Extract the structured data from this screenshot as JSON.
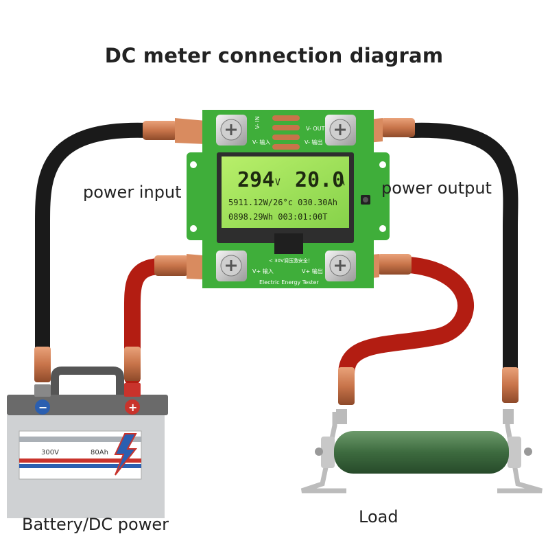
{
  "title": "DC meter connection diagram",
  "labels": {
    "power_input": "power input",
    "power_output": "power output",
    "battery": "Battery/DC power",
    "load": "Load"
  },
  "meter": {
    "voltage": "294",
    "voltage_unit": "V",
    "current": "20.0",
    "current_unit": "A",
    "line1": "5911.12W/26°c 030.30Ah",
    "line2": "0898.29Wh  003:01:00T",
    "pcb_label": "Electric Energy Tester",
    "pin_top_left": "V- IN",
    "pin_top_left_cn": "V- 输入",
    "pin_top_right": "V- OUT",
    "pin_top_right_cn": "V- 输出",
    "pin_bottom_left": "V+ 输入",
    "pin_bottom_right": "V+ 输出",
    "warning": "< 30V调压激安全！"
  },
  "battery": {
    "voltage_label": "300V",
    "capacity_label": "80Ah",
    "negative_symbol": "−",
    "positive_symbol": "+"
  },
  "colors": {
    "pcb": "#3fae3a",
    "lcd": "#9ee05a",
    "wire_black": "#1a1a1a",
    "wire_red": "#b31d12",
    "copper": "#c8744a",
    "resistor": "#3d6b3f"
  }
}
